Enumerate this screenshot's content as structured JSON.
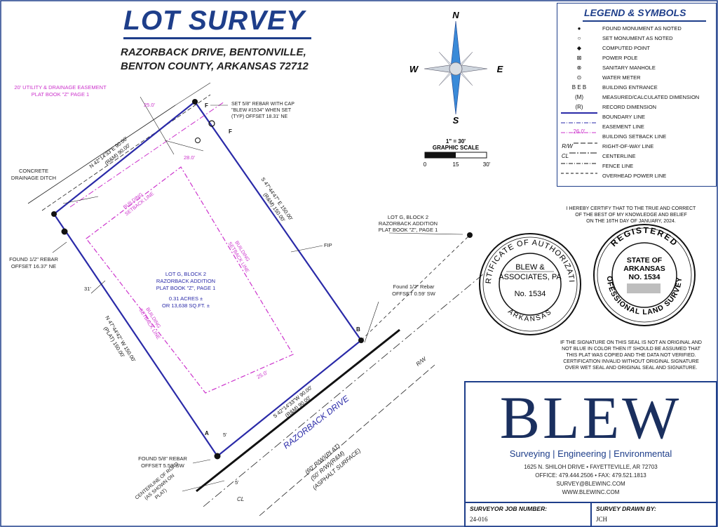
{
  "header": {
    "title": "LOT SURVEY",
    "address_line1": "RAZORBACK DRIVE, BENTONVILLE,",
    "address_line2": "BENTON COUNTY, ARKANSAS 72712"
  },
  "compass": {
    "n": "N",
    "e": "E",
    "s": "S",
    "w": "W"
  },
  "scale": {
    "ratio": "1\" = 30'",
    "label": "GRAPHIC SCALE",
    "tick0": "0",
    "tick1": "15",
    "tick2": "30'"
  },
  "legend": {
    "title": "LEGEND & SYMBOLS",
    "items": [
      {
        "symbol": "●",
        "label": "FOUND MONUMENT AS NOTED"
      },
      {
        "symbol": "○",
        "label": "SET MONUMENT AS NOTED"
      },
      {
        "symbol": "◆",
        "label": "COMPUTED POINT"
      },
      {
        "symbol": "⊠",
        "label": "POWER POLE"
      },
      {
        "symbol": "⊗",
        "label": "SANITARY MANHOLE"
      },
      {
        "symbol": "⊙",
        "label": "WATER METER"
      },
      {
        "symbol": "B E B",
        "label": "BUILDING ENTRANCE"
      },
      {
        "symbol": "(M)",
        "label": "MEASURED/CALCULATED DIMENSION"
      },
      {
        "symbol": "(R)",
        "label": "RECORD DIMENSION"
      },
      {
        "symbol": "",
        "label": "BOUNDARY LINE"
      },
      {
        "symbol": "",
        "label": "EASEMENT LINE"
      },
      {
        "symbol": "26.0'",
        "label": "BUILDING SETBACK LINE"
      },
      {
        "symbol": "R/W",
        "label": "RIGHT-OF-WAY LINE"
      },
      {
        "symbol": "CL",
        "label": "CENTERLINE"
      },
      {
        "symbol": "",
        "label": "FENCE LINE"
      },
      {
        "symbol": "",
        "label": "OVERHEAD POWER LINE"
      }
    ]
  },
  "plat": {
    "easement_note": [
      "20' UTILITY & DRAINAGE EASEMENT",
      "PLAT BOOK \"Z\" PAGE 1"
    ],
    "dim_25_top": "25.0'",
    "dim_28": "28.0'",
    "dim_25_bottom": "25.0'",
    "dim_31": "31'",
    "dim_5": "5'",
    "dim_5b": "5'",
    "concrete_ditch": [
      "CONCRETE",
      "DRAINAGE DITCH"
    ],
    "rebar_set": [
      "SET 5/8\" REBAR WITH CAP",
      "\"BLEW #1534\" WHEN SET",
      "(TYP) OFFSET 18.31' NE"
    ],
    "found_half_ne": [
      "FOUND 1/2\" REBAR",
      "OFFSET 16.37' NE"
    ],
    "found_half_sw": [
      "Found 1/2\" Rebar",
      "OFFSET 0.59' SW"
    ],
    "found_58_sw": [
      "FOUND 5/8\" REBAR",
      "OFFSET 5.58' SW"
    ],
    "centerline_note": [
      "CENTERLINE OF ROAD",
      "(AS SHOWN ON",
      "PLAT)"
    ],
    "lot_g_ref": [
      "LOT G, BLOCK 2",
      "RAZORBACK ADDITION",
      "PLAT BOOK \"Z\", PAGE 1"
    ],
    "lot_label": [
      "LOT G, BLOCK 2",
      "RAZORBACK ADDITION",
      "PLAT BOOK \"Z\", PAGE 1",
      "0.31 ACRES ±",
      "OR 13,638 SQ.FT. ±"
    ],
    "bearing_north": [
      "N 42°14'33\"E 90.00'",
      "(R&M) 90.00'"
    ],
    "bearing_east": [
      "S 47°44'47\" E 150.00'",
      "(R&M) 150.00'"
    ],
    "bearing_west": [
      "N 47°44'42\" W 150.00'",
      "(PLAT) 150.00'"
    ],
    "bearing_south": [
      "S 42°14'33\"W 90.00'",
      "(R&M) 90.00'"
    ],
    "setback_label": [
      "BUILDING",
      "SETBACK LINE"
    ],
    "fip": "FIP",
    "pt_a": "A",
    "pt_b": "B",
    "pt_f": "F",
    "pt_f2": "F",
    "road_name": "RAZORBACK DRIVE",
    "road_notes": [
      "(60' R/W)(PLAT)",
      "(50' R/W)(R&M)",
      "(ASPHALT SURFACE)"
    ],
    "rw": "R/W",
    "cl": "CL"
  },
  "seal_left": {
    "ring_top": "CERTIFICATE OF AUTHORIZATION",
    "ring_bottom": "ARKANSAS",
    "inner": [
      "BLEW &",
      "ASSOCIATES, PA",
      "No. 1534"
    ]
  },
  "seal_right": {
    "ring_top": "REGISTERED",
    "ring_bottom": "PROFESSIONAL LAND SURVEYOR",
    "inner": [
      "STATE OF",
      "ARKANSAS",
      "NO. 1534"
    ]
  },
  "certification": [
    "I HEREBY CERTIFY THAT TO THE TRUE AND CORRECT",
    "OF THE BEST OF MY KNOWLEDGE AND BELIEF",
    "ON THE 16TH DAY OF JANUARY, 2024."
  ],
  "warning": [
    "IF THE SIGNATURE ON THIS SEAL IS NOT AN ORIGINAL AND",
    "NOT BLUE IN COLOR THEN IT SHOULD BE ASSUMED THAT",
    "THIS PLAT WAS COPIED AND THE DATA NOT VERIFIED.",
    "CERTIFICATION INVALID WITHOUT ORIGINAL SIGNATURE",
    "OVER WET SEAL AND ORIGINAL SEAL AND SIGNATURE."
  ],
  "title_block": {
    "logo": "BLEW",
    "services": "Surveying  |  Engineering  |  Environmental",
    "address": "1625 N. SHILOH DRIVE • FAYETTEVILLE, AR 72703",
    "phone": "OFFICE: 479.444.2506  •  FAX: 479.521.1813",
    "email": "SURVEY@BLEWINC.COM",
    "web": "WWW.BLEWINC.COM",
    "job_label": "SURVEYOR JOB NUMBER:",
    "job_value": "24-016",
    "drawn_label": "SURVEY DRAWN BY:",
    "drawn_value": "JCH"
  },
  "colors": {
    "boundary": "#2a2aa8",
    "setback": "#cc33cc",
    "brand": "#1e3e8a",
    "compass": "#3a8ad8"
  }
}
